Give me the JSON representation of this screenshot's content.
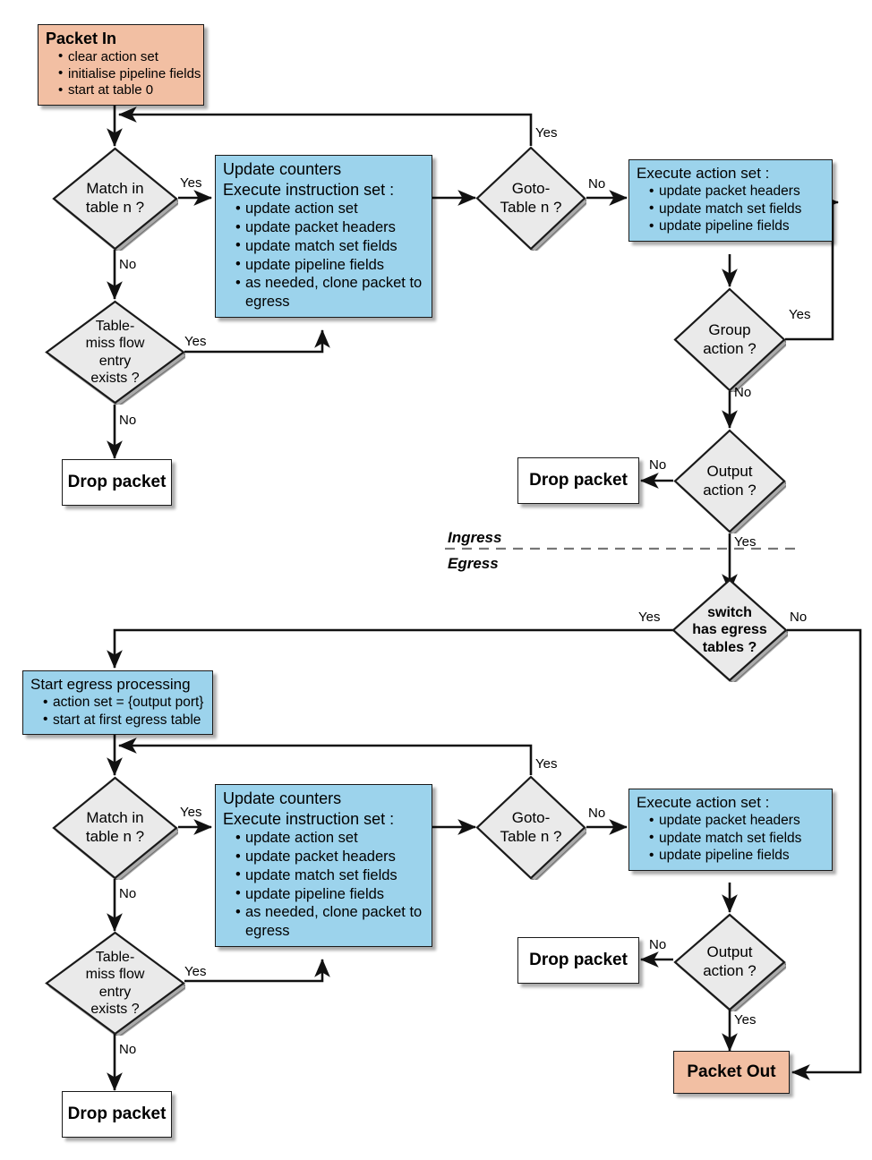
{
  "diagram": {
    "title": "OpenFlow packet processing pipeline flowchart",
    "colors": {
      "blue": "#9CD3EC",
      "salmon": "#F2BFA3",
      "diamond_fill": "#EAEAEA",
      "stroke": "#1a1a1a"
    },
    "zones": {
      "ingress_label": "Ingress",
      "egress_label": "Egress"
    }
  },
  "nodes": {
    "packet_in": {
      "title": "Packet In",
      "items": [
        "clear action set",
        "initialise pipeline fields",
        "start at table 0"
      ]
    },
    "match_in_table_1": {
      "label": "Match in\ntable n ?"
    },
    "update_counters_1": {
      "title_1": "Update counters",
      "title_2": "Execute instruction set :",
      "items": [
        "update action set",
        "update packet headers",
        "update match set fields",
        "update pipeline fields",
        "as needed, clone packet to egress"
      ]
    },
    "goto_table_1": {
      "label": "Goto-\nTable n ?"
    },
    "execute_action_set_1": {
      "title": "Execute action set :",
      "items": [
        "update packet headers",
        "update match set fields",
        "update pipeline fields"
      ]
    },
    "group_action": {
      "label": "Group\naction ?"
    },
    "output_action_1": {
      "label": "Output\naction ?"
    },
    "table_miss_1": {
      "label": "Table-\nmiss flow\nentry\nexists ?"
    },
    "drop_packet_1": {
      "label": "Drop packet"
    },
    "drop_packet_2": {
      "label": "Drop packet"
    },
    "switch_has_egress_tables": {
      "label": "switch\nhas egress\ntables ?"
    },
    "start_egress": {
      "title": "Start egress processing",
      "items": [
        "action set = {output port}",
        "start at first egress table"
      ]
    },
    "match_in_table_2": {
      "label": "Match in\ntable n ?"
    },
    "update_counters_2": {
      "title_1": "Update counters",
      "title_2": "Execute instruction set :",
      "items": [
        "update action set",
        "update packet headers",
        "update match set fields",
        "update pipeline fields",
        "as needed, clone packet to egress"
      ]
    },
    "goto_table_2": {
      "label": "Goto-\nTable n ?"
    },
    "execute_action_set_2": {
      "title": "Execute action set :",
      "items": [
        "update packet headers",
        "update match set fields",
        "update pipeline fields"
      ]
    },
    "output_action_2": {
      "label": "Output\naction ?"
    },
    "table_miss_2": {
      "label": "Table-\nmiss flow\nentry\nexists ?"
    },
    "drop_packet_3": {
      "label": "Drop packet"
    },
    "drop_packet_4": {
      "label": "Drop packet"
    },
    "packet_out": {
      "label": "Packet Out"
    }
  },
  "edge_labels": {
    "match1_yes": "Yes",
    "match1_no": "No",
    "goto1_yes": "Yes",
    "goto1_no": "No",
    "group_yes": "Yes",
    "group_no": "No",
    "output1_no": "No",
    "output1_yes": "Yes",
    "tablemiss1_yes": "Yes",
    "tablemiss1_no": "No",
    "egress_yes": "Yes",
    "egress_no": "No",
    "match2_yes": "Yes",
    "match2_no": "No",
    "goto2_yes": "Yes",
    "goto2_no": "No",
    "output2_no": "No",
    "output2_yes": "Yes",
    "tablemiss2_yes": "Yes",
    "tablemiss2_no": "No"
  }
}
